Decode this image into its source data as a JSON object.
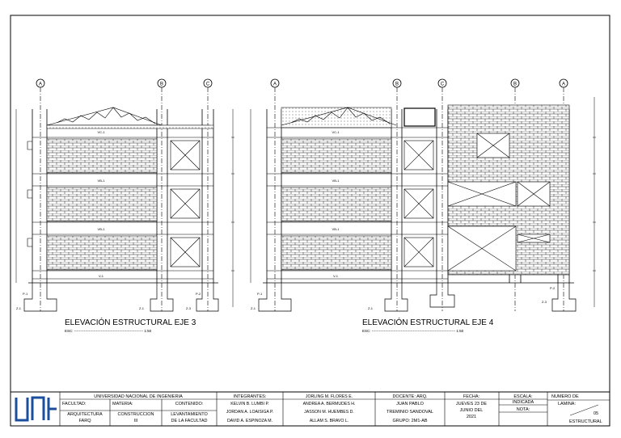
{
  "drawing": {
    "left_title": "ELEVACIÓN ESTRUCTURAL EJE 3",
    "left_scale": "ESC: --------------------------------------------------------- 1:50",
    "right_title": "ELEVACIÓN ESTRUCTURAL EJE 4",
    "right_scale": "ESC: --------------------------------------------------------------------- 1:50",
    "axis_labels_left": [
      "A",
      "B",
      "C"
    ],
    "axis_labels_right": [
      "A",
      "B",
      "C",
      "B",
      "A"
    ],
    "beam_labels": [
      "VC-1",
      "VB-1",
      "VB-1",
      "VB-1",
      "V-1"
    ],
    "footing_labels": [
      "Z-1",
      "Z-1",
      "Z-3"
    ],
    "pile_labels": [
      "P-1",
      "P-2"
    ]
  },
  "title_block": {
    "university": "UNIVERSIDAD NACIONAL DE INGENIERIA",
    "faculty_label": "FACULTAD:",
    "faculty_value": "ARQUITECTURA FARQ",
    "subject_label": "MATERIA:",
    "subject_value": "CONSTRUCCION III",
    "content_label": "CONTENIDO:",
    "content_value": "LEVANTAMIENTO DE LA FACULTAD",
    "members_label": "INTEGRANTES:",
    "members_col1": [
      "KELVIN B. LUMBI P.",
      "JORDAN A. LOAISIGA P.",
      "DAVID A. ESPINOZA M."
    ],
    "members_col2": [
      "JORLING M. FLORES E.",
      "ANDREA A. BERMUDES H.",
      "JASSON M. HUEMBES D.",
      "ALLAM S. BRAVO L."
    ],
    "teacher_label": "DOCENTE: ARQ.",
    "teacher_value_1": "JUAN PABLO",
    "teacher_value_2": "TREMINIO SANDOVAL",
    "group": "GRUPO: 2M1-AB",
    "date_label": "FECHA:",
    "date_value_1": "JUEVES 23 DE",
    "date_value_2": "JUNIO DEL",
    "date_value_3": "2021",
    "scale_label": "ESCALA:",
    "scale_value": "INDICADA",
    "note_label": "NOTA:",
    "sheet_label_1": "NUMERO DE",
    "sheet_label_2": "LAMINA:",
    "sheet_number": "05",
    "sheet_type": "ESTRUCTURAL"
  },
  "colors": {
    "logo": "#1b4f9c",
    "line": "#000000",
    "paper": "#ffffff"
  }
}
